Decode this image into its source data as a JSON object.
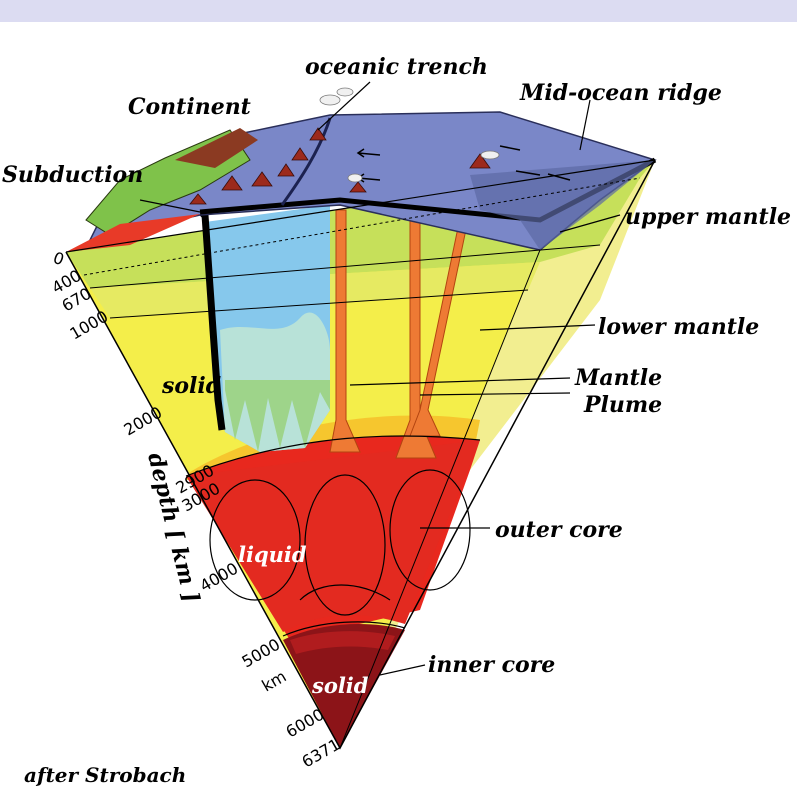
{
  "labels": {
    "oceanic_trench": "oceanic trench",
    "continent": "Continent",
    "mid_ocean_ridge": "Mid-ocean ridge",
    "subduction": "Subduction",
    "upper_mantle": "upper mantle",
    "lower_mantle": "lower mantle",
    "mantle_plume_line1": "Mantle",
    "mantle_plume_line2": "Plume",
    "solid_mantle": "solid",
    "outer_core": "outer core",
    "liquid": "liquid",
    "inner_core": "inner core",
    "solid_core": "solid",
    "depth_axis": "depth [ km ]",
    "credit": "after Strobach"
  },
  "depth_ticks": {
    "d0": "0",
    "d400": "400",
    "d670": "670",
    "d1000": "1000",
    "d2000": "2000",
    "d2900": "2900",
    "d3000": "3000",
    "d4000": "4000",
    "d5000": "5000",
    "km": "km",
    "d6000": "6000",
    "d6371": "6371"
  },
  "colors": {
    "ocean": "#7a87c8",
    "crust_green": "#7fc24a",
    "upper_mantle": "#c6e05a",
    "lower_mantle": "#f4ee4a",
    "outer_core": "#e8281e",
    "inner_core": "#8c1418",
    "slab_blue": "#86c8ec",
    "plume": "#ee7a34"
  }
}
